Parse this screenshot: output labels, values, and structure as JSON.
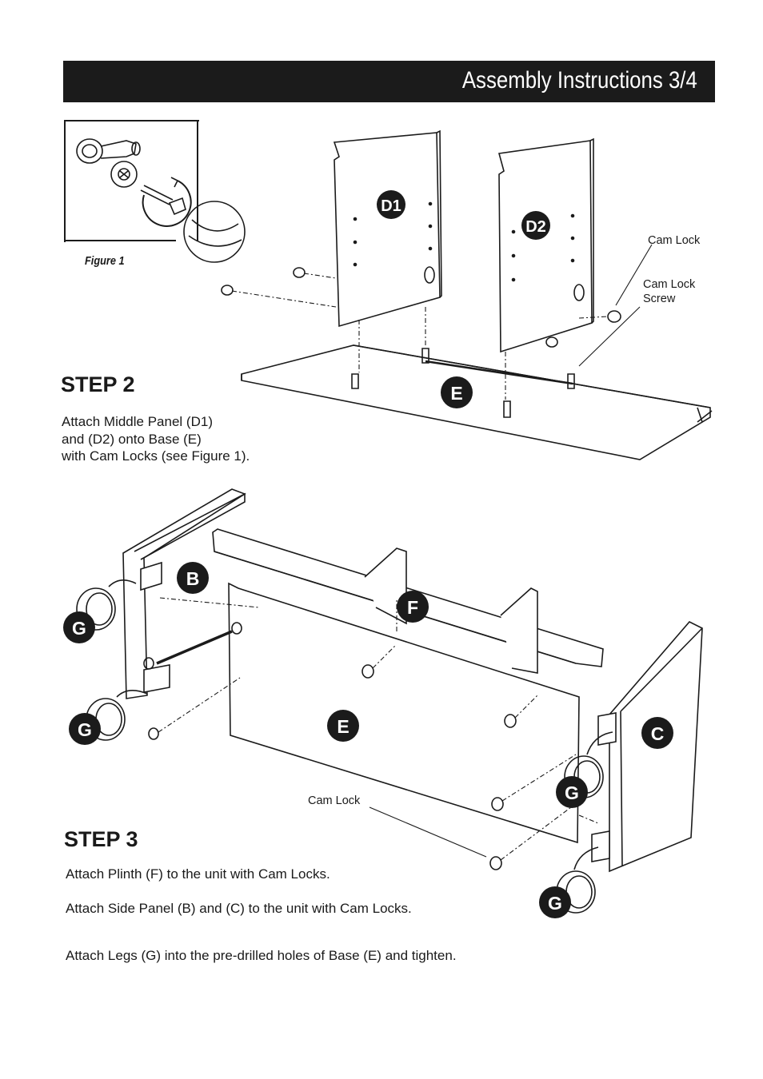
{
  "header": {
    "title": "Assembly Instructions 3/4"
  },
  "figure1": {
    "caption": "Figure 1"
  },
  "step2": {
    "heading": "STEP 2",
    "text": "Attach Middle Panel (D1)\nand (D2) onto Base (E)\nwith Cam Locks (see Figure 1)."
  },
  "step3": {
    "heading": "STEP 3",
    "line1": "Attach Plinth (F) to the unit with Cam Locks.",
    "line2": "Attach Side Panel (B) and (C) to the unit with Cam Locks.",
    "line3": "Attach Legs (G) into the pre-drilled holes of Base (E) and tighten."
  },
  "callouts": {
    "cam_lock_top": "Cam Lock",
    "cam_lock_screw": "Cam Lock\n    Screw",
    "cam_lock_bottom": "Cam Lock"
  },
  "part_labels": {
    "d1": "D1",
    "d2": "D2",
    "e_top": "E",
    "b": "B",
    "g1": "G",
    "f": "F",
    "g2": "G",
    "e_bottom": "E",
    "c": "C",
    "g3": "G",
    "g4": "G"
  },
  "colors": {
    "header_bg": "#1b1b1b",
    "badge_bg": "#1b1b1b",
    "line": "#1b1b1b"
  }
}
